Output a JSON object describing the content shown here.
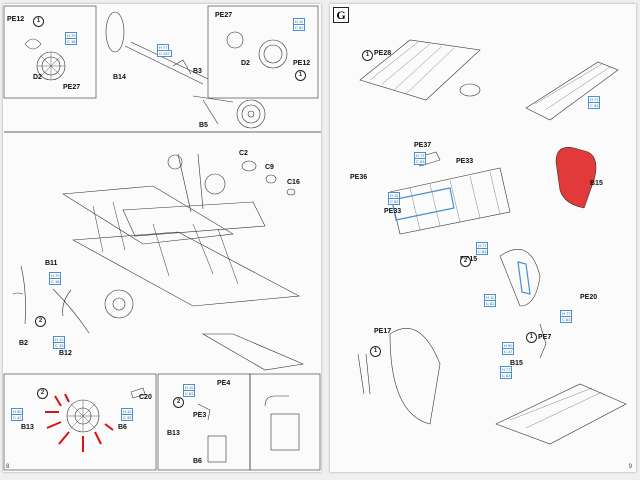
{
  "left_page": {
    "page_number": "8",
    "labels": {
      "pe12_a": "PE12",
      "d2_a": "D2",
      "pe27_a": "PE27",
      "b14": "B14",
      "b3": "B3",
      "b5": "B5",
      "pe27_b": "PE27",
      "d2_b": "D2",
      "pe12_b": "PE12",
      "c2": "C2",
      "c9": "C9",
      "c16": "C16",
      "b11": "B11",
      "b2": "B2",
      "b12": "B12",
      "b13_a": "B13",
      "b6_a": "B6",
      "c20": "C20",
      "pe4": "PE4",
      "pe3": "PE3",
      "b13_b": "B13",
      "b6_b": "B6"
    },
    "circled_digits": [
      "1",
      "1",
      "2",
      "2",
      "2"
    ],
    "color_tags": [
      "H 70",
      "C 18",
      "H 77",
      "C 137",
      "H 11",
      "C 62",
      "H 70",
      "C 18",
      "H 12",
      "C 33",
      "H 90",
      "C 47",
      "H 11",
      "C 62",
      "H 12",
      "C 33"
    ]
  },
  "right_page": {
    "page_number": "9",
    "section_letter": "G",
    "labels": {
      "pe28": "PE28",
      "pe37": "PE37",
      "pe33_a": "PE33",
      "pe36": "PE36",
      "pe33_b": "PE33",
      "b15_a": "B15",
      "pe15": "PE15",
      "pe20": "PE20",
      "pe17": "PE17",
      "pe7": "PE7",
      "b15_b": "B15"
    },
    "circled_digits": [
      "1",
      "2",
      "1",
      "1"
    ],
    "color_tags": [
      "H 77",
      "C 63",
      "H 77",
      "C 63",
      "H 11",
      "C 62",
      "H 77",
      "C 63",
      "H 11",
      "C 62",
      "H 77",
      "C 63",
      "H 90",
      "C 47",
      "H 77",
      "C 63"
    ]
  }
}
